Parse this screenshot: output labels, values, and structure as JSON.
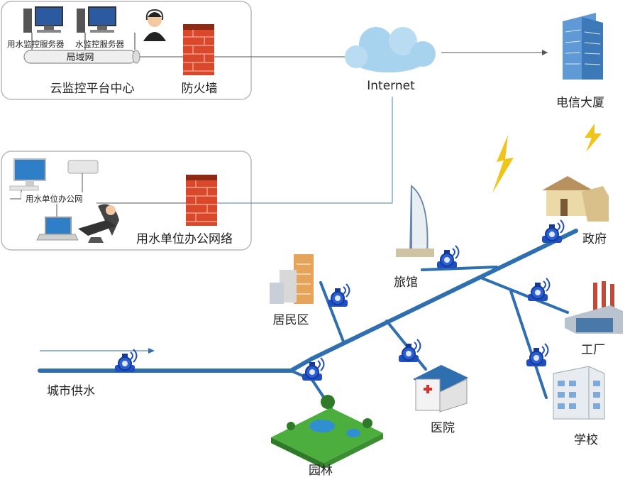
{
  "cloud_center": {
    "servers": [
      "用水监控服务器",
      "水监控服务器"
    ],
    "lan_label": "局域网",
    "title": "云监控平台中心",
    "firewall_label": "防火墙"
  },
  "internet_label": "Internet",
  "telecom_label": "电信大厦",
  "office_network": {
    "lan_label": "用水单位办公网",
    "title": "用水单位办公网络"
  },
  "supply": {
    "city_label": "城市供水"
  },
  "sites": [
    {
      "id": "hotel",
      "label": "旅馆"
    },
    {
      "id": "government",
      "label": "政府"
    },
    {
      "id": "residential",
      "label": "居民区"
    },
    {
      "id": "factory",
      "label": "工厂"
    },
    {
      "id": "hospital",
      "label": "医院"
    },
    {
      "id": "school",
      "label": "学校"
    },
    {
      "id": "park",
      "label": "园林"
    }
  ],
  "colors": {
    "pipe": "#2f6fb0",
    "meter": "#1f4fbf",
    "firewall": "#d9482b",
    "cloud": "#a8d3ee",
    "lightning": "#f0c419",
    "panel_border": "#b9b9b9"
  }
}
